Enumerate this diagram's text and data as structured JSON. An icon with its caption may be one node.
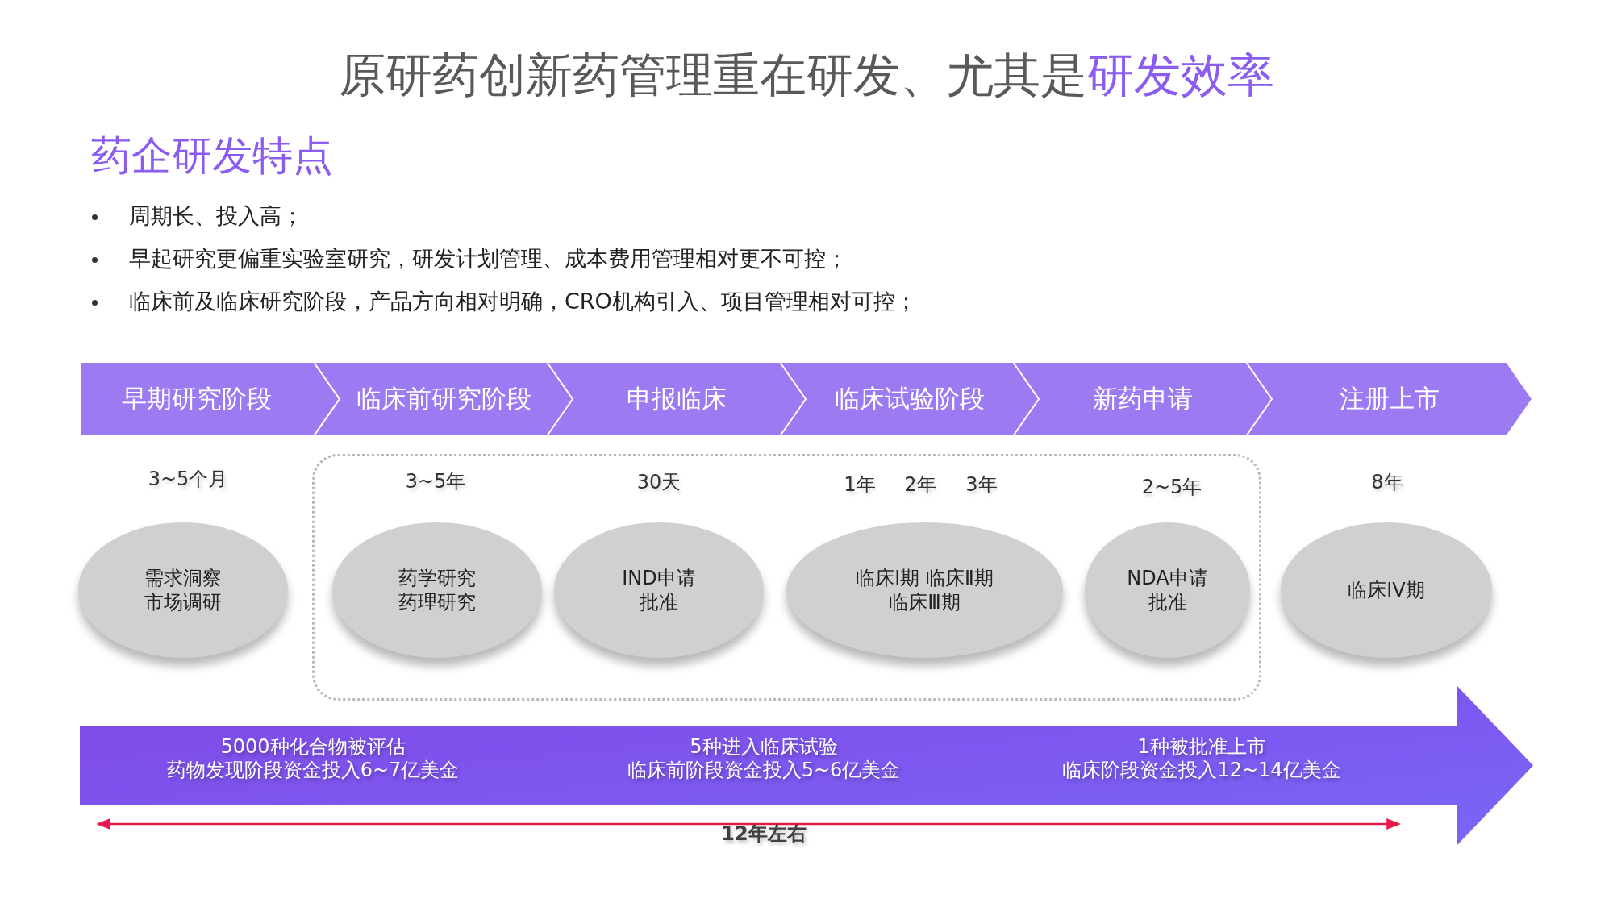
{
  "diagram": {
    "title": "原研药创新药管理重在研发、尤其是**研发效率**",
    "nodes": [
      {
        "text": [
          "早期研究阶段"
        ]
      },
      {
        "text": [
          "临床前研究阶段"
        ]
      },
      {
        "text": [
          "申报临床"
        ]
      },
      {
        "text": [
          "临床试验阶段"
        ]
      },
      {
        "text": [
          "新药申请"
        ]
      },
      {
        "text": [
          "注册上市"
        ]
      },
      {
        "text": [],
        "shape": "box"
      },
      {
        "text": [
          "需求洞察市场调研"
        ],
        "beside": [
          "3~5个月"
        ]
      },
      {
        "text": [
          "药学研究药理研究"
        ],
        "beside": [
          "3~5年"
        ],
        "in": 6
      },
      {
        "text": [
          "IND申请批准"
        ],
        "beside": [
          "30天"
        ],
        "in": 6
      },
      {
        "text": [
          "临床Ⅰ期 临床Ⅱ期临床Ⅲ期"
        ],
        "beside": [
          "1年",
          "2年",
          "3年"
        ],
        "in": 6
      },
      {
        "text": [
          "NDA申请批准"
        ],
        "beside": [
          "2~5年"
        ],
        "in": 6
      },
      {
        "text": [
          "临床IV期"
        ],
        "beside": [
          "8年"
        ]
      },
      {
        "text": [
          "5000种化合物被评估药物发现阶段资金投入6~7亿美金",
          "5种进入临床试验临床前阶段资金投入5~6亿美金",
          "1种被批准上市临床阶段资金投入12~14亿美金"
        ]
      }
    ],
    "labels": [
      "药企研发特点",
      "周期长、投入高；",
      "早起研究更偏重实验室研究，研发计划管理、成本费用管理相对更不可控；",
      "临床前及临床研究阶段，产品方向相对明确，CRO机构引入、项目管理相对可控；",
      "12年左右"
    ]
  }
}
